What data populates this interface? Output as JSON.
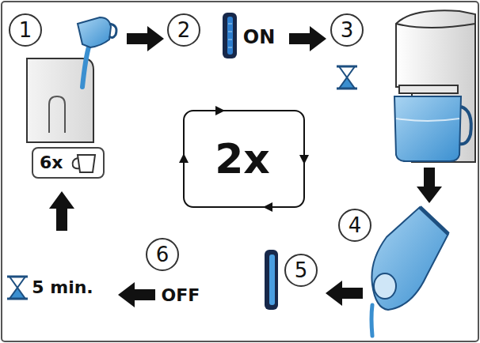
{
  "diagram": {
    "nodes": [
      {
        "text": [
          "1"
        ]
      },
      {
        "text": [
          "2"
        ]
      },
      {
        "text": [
          "3"
        ]
      },
      {
        "text": [
          "6x"
        ]
      },
      {
        "text": [
          "4"
        ]
      },
      {
        "text": [
          "5"
        ]
      },
      {
        "text": [
          "6"
        ]
      }
    ],
    "labels": [
      "ON",
      "2x",
      "OFF",
      "5 min."
    ]
  }
}
